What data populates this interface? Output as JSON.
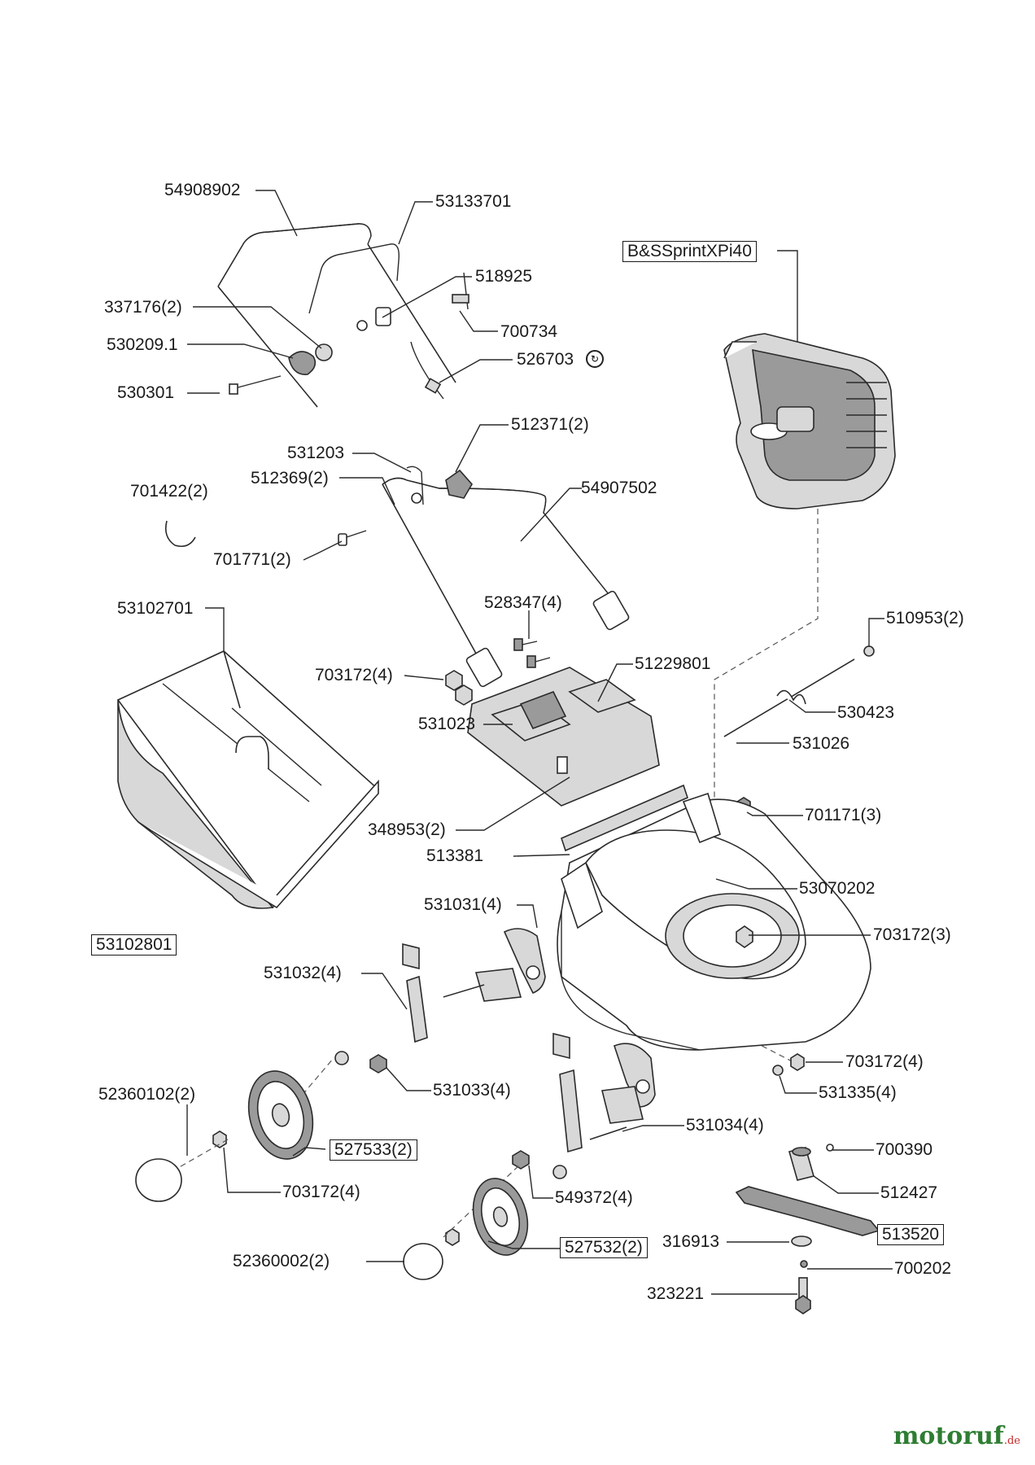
{
  "labels": {
    "l01": "54908902",
    "l02": "53133701",
    "l03": "518925",
    "l04": "337176(2)",
    "l05": "700734",
    "l06": "530209.1",
    "l07": "526703",
    "l08": "530301",
    "l09": "512371(2)",
    "l10": "531203",
    "l11": "512369(2)",
    "l12": "54907502",
    "l13": "701422(2)",
    "l14": "701771(2)",
    "l15": "53102701",
    "l16": "528347(4)",
    "l17": "510953(2)",
    "l18": "703172(4)",
    "l19": "51229801",
    "l20": "531023",
    "l21": "530423",
    "l22": "531026",
    "l23": "348953(2)",
    "l24": "701171(3)",
    "l25": "513381",
    "l26": "53070202",
    "l27": "531031(4)",
    "l28": "703172(3)",
    "l29": "531032(4)",
    "l30": "703172(4)",
    "l31": "531033(4)",
    "l32": "531335(4)",
    "l33": "52360102(2)",
    "l34": "531034(4)",
    "l35": "700390",
    "l36": "512427",
    "l37": "703172(4)",
    "l38": "549372(4)",
    "l39": "316913",
    "l40": "52360002(2)",
    "l41": "700202",
    "l42": "323221"
  },
  "boxed_labels": {
    "engine": "B&SSprintXPi40",
    "catcher": "53102801",
    "wheel_rear": "527533(2)",
    "wheel_front": "527532(2)",
    "blade": "513520"
  },
  "brand": {
    "name": "motoruf",
    "suffix": ".de"
  }
}
